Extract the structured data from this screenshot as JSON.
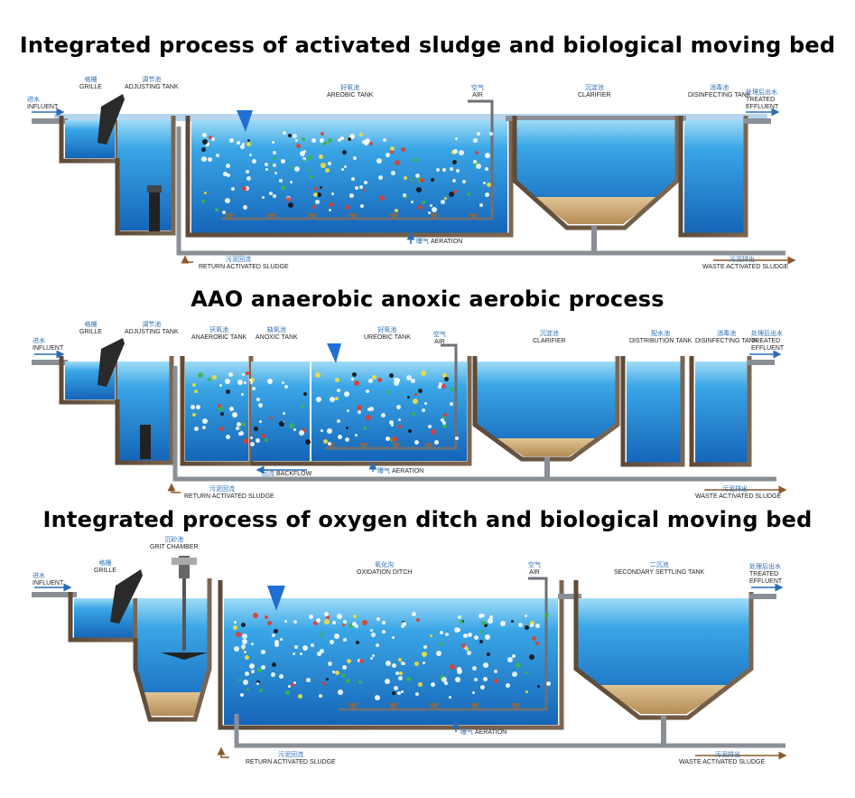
{
  "titles": [
    "Integrated process of activated sludge and biological moving bed",
    "AAO anaerobic anoxic aerobic process",
    "Integrated process of oxygen ditch and biological moving bed"
  ],
  "diagram1": {
    "influent": {
      "cn": "进水",
      "en": "INFLUENT"
    },
    "grille": {
      "cn": "格栅",
      "en": "GRILLE"
    },
    "adjusting": {
      "cn": "调节池",
      "en": "ADJUSTING TANK"
    },
    "aerobic": {
      "cn": "好氧池",
      "en": "AREOBIC TANK"
    },
    "air": {
      "cn": "空气",
      "en": "AIR"
    },
    "clarifier": {
      "cn": "沉淀池",
      "en": "CLARIFIER"
    },
    "disinfecting": {
      "cn": "消毒池",
      "en": "DISINFECTING TANK"
    },
    "treated": {
      "cn": "处理后出水",
      "en": "TREATED",
      "en2": "EFFLUENT"
    },
    "aeration": {
      "cn": "曝气",
      "en": "AERATION"
    },
    "return": {
      "cn": "污泥回流",
      "en": "RETURN ACTIVATED SLUDGE"
    },
    "waste": {
      "cn": "污泥排出",
      "en": "WASTE ACTIVATED SLUDGE"
    }
  },
  "diagram2": {
    "influent": {
      "cn": "进水",
      "en": "INFLUENT"
    },
    "grille": {
      "cn": "格栅",
      "en": "GRILLE"
    },
    "adjusting": {
      "cn": "调节池",
      "en": "ADJUSTING TANK"
    },
    "anaerobic": {
      "cn": "厌氧池",
      "en": "ANAEROBIC TANK"
    },
    "anoxic": {
      "cn": "缺氧池",
      "en": "ANOXIC TANK"
    },
    "aerobic": {
      "cn": "好氧池",
      "en": "UREOBIC TANK"
    },
    "air": {
      "cn": "空气",
      "en": "AIR"
    },
    "clarifier": {
      "cn": "沉淀池",
      "en": "CLARIFIER"
    },
    "distribution": {
      "cn": "配水池",
      "en": "DISTRIBUTION TANK"
    },
    "disinfecting": {
      "cn": "消毒池",
      "en": "DISINFECTING TANK"
    },
    "treated": {
      "cn": "处理后出水",
      "en": "TREATED",
      "en2": "EFFLUENT"
    },
    "backflow": {
      "cn": "回流",
      "en": "BACKFLOW"
    },
    "aeration": {
      "cn": "曝气",
      "en": "AERATION"
    },
    "return": {
      "cn": "污泥回流",
      "en": "RETURN ACTIVATED SLUDGE"
    },
    "waste": {
      "cn": "污泥排出",
      "en": "WASTE ACTIVATED SLUDGE"
    }
  },
  "diagram3": {
    "influent": {
      "cn": "进水",
      "en": "INFLUENT"
    },
    "grille": {
      "cn": "格栅",
      "en": "GRILLE"
    },
    "grit": {
      "cn": "沉砂池",
      "en": "GRIT CHAMBER"
    },
    "ditch": {
      "cn": "氧化沟",
      "en": "OXIDATION DITCH"
    },
    "air": {
      "cn": "空气",
      "en": "AIR"
    },
    "secondary": {
      "cn": "二沉池",
      "en": "SECONDARY SETTLING TANK"
    },
    "treated": {
      "cn": "处理后出水",
      "en": "TREATED",
      "en2": "EFFLUENT"
    },
    "aeration": {
      "cn": "曝气",
      "en": "AERATION"
    },
    "return": {
      "cn": "污泥回流",
      "en": "RETURN ACTIVATED SLUDGE"
    },
    "waste": {
      "cn": "污泥排出",
      "en": "WASTE ACTIVATED SLUDGE"
    }
  },
  "colors": {
    "water_top": "#8fd3f5",
    "water_bottom": "#1e78c8",
    "wall": "#6e5a45",
    "sludge": "#c9a877",
    "pipe": "#8a8f96",
    "arrow_blue": "#2a6db5",
    "arrow_brown": "#8a5a2b"
  }
}
